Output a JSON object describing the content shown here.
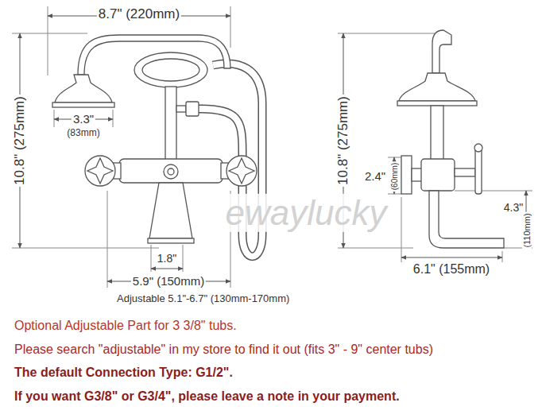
{
  "diagram": {
    "labels": [
      "8.7\" (220mm)",
      "10.8\" (275mm)",
      "3.3\"",
      "(83mm)",
      "1.8\"",
      "5.9\" (150mm)",
      "Adjustable 5.1\"-6.7\" (130mm-170mm)",
      "ewaylucky",
      "10.8\" (275mm)",
      "2.4\"",
      "(60mm)",
      "4.3\"",
      "(110mm)",
      "6.1\" (155mm)",
      "Optional Adjustable Part for 3 3/8\" tubs.",
      "Please search \"adjustable\" in my store to find it out (fits 3\" - 9\" center tubs)",
      "The default Connection Type: G1/2\".",
      "If you want G3/8\" or G3/4\", please leave a note in your payment."
    ]
  }
}
